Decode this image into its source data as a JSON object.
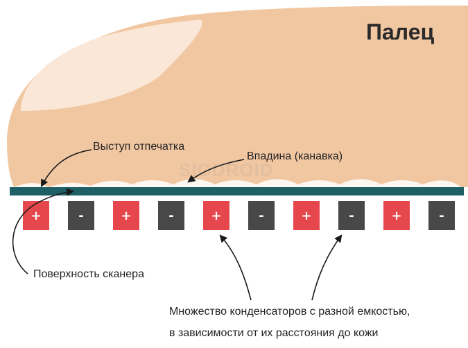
{
  "title": "Палец",
  "labels": {
    "ridge": "Выступ отпечатка",
    "valley": "Впадина (канавка)",
    "surface": "Поверхность сканера",
    "capacitors_line1": "Множество конденсаторов с разной емкостью,",
    "capacitors_line2": "в зависимости от их расстояния до кожи"
  },
  "watermark": "SIGDROID",
  "capacitors": [
    "+",
    "-",
    "+",
    "-",
    "+",
    "-",
    "+",
    "-",
    "+",
    "-"
  ],
  "colors": {
    "finger": "#f1c7a2",
    "finger_highlight": "#fbe7d7",
    "scanner_surface": "#1f5f66",
    "plus_cell": "#e6474d",
    "minus_cell": "#484848",
    "text": "#222222"
  }
}
